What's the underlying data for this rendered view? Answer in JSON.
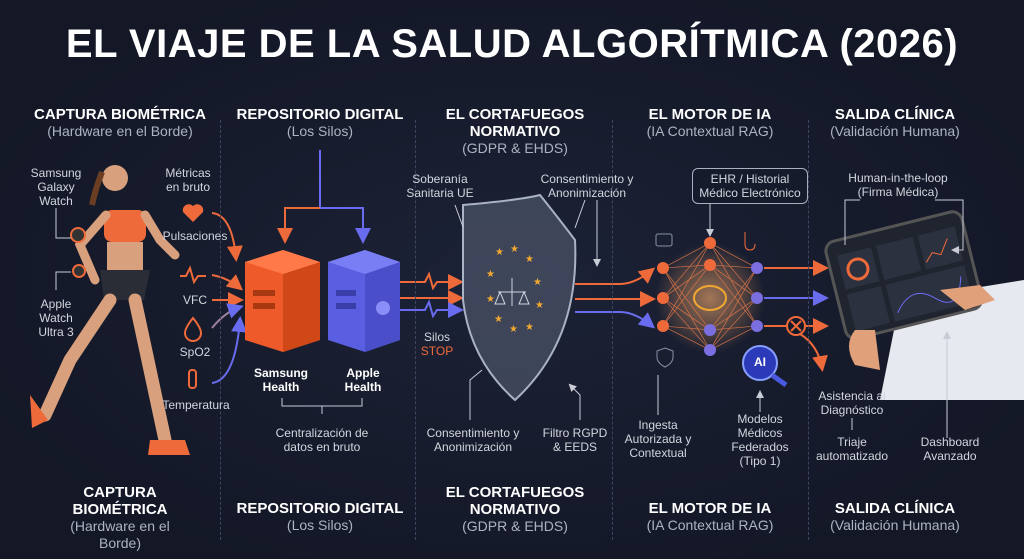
{
  "title": "EL VIAJE DE LA SALUD ALGORÍTMICA (2026)",
  "columns": [
    {
      "title": "CAPTURA BIOMÉTRICA",
      "subtitle": "(Hardware en el Borde)"
    },
    {
      "title": "REPOSITORIO DIGITAL",
      "subtitle": "(Los Silos)"
    },
    {
      "title": "EL CORTAFUEGOS NORMATIVO",
      "subtitle": "(GDPR & EHDS)"
    },
    {
      "title": "EL MOTOR DE IA",
      "subtitle": "(IA Contextual RAG)"
    },
    {
      "title": "SALIDA CLÍNICA",
      "subtitle": "(Validación Humana)"
    }
  ],
  "capture": {
    "samsung_watch": "Samsung Galaxy Watch",
    "apple_watch": "Apple Watch Ultra 3",
    "metrics": "Métricas en bruto",
    "pulse": "Pulsaciones",
    "hrv": "VFC",
    "spo2": "SpO2",
    "temp": "Temperatura"
  },
  "repo": {
    "samsung": "Samsung Health",
    "apple": "Apple Health",
    "central": "Centralización de datos en bruto"
  },
  "firewall": {
    "sovereignty": "Soberanía Sanitaria UE",
    "consent_top": "Consentimiento y Anonimización",
    "silos": "Silos",
    "stop": "STOP",
    "consent_bottom": "Consentimiento y Anonimización",
    "filter": "Filtro RGPD & EEDS"
  },
  "ai": {
    "ehr": "EHR / Historial Médico Electrónico",
    "ingest": "Ingesta Autorizada y Contextual",
    "models": "Modelos Médicos Federados (Tipo 1)",
    "badge": "AI"
  },
  "output": {
    "hitl": "Human-in-the-loop (Firma Médica)",
    "assist": "Asistencia al Diagnóstico",
    "triage": "Triaje automatizado",
    "dashboard": "Dashboard Avanzado"
  },
  "colors": {
    "orange": "#ef6a3a",
    "purple": "#6a6cf0",
    "bg": "#151a2a"
  }
}
